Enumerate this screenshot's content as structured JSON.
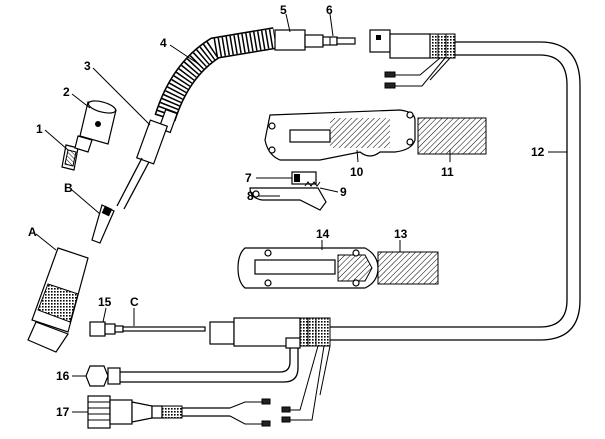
{
  "labels": {
    "l1": "1",
    "l2": "2",
    "l3": "3",
    "l4": "4",
    "l5": "5",
    "l6": "6",
    "l7": "7",
    "l8": "8",
    "l9": "9",
    "l10": "10",
    "l11": "11",
    "l12": "12",
    "l13": "13",
    "l14": "14",
    "l15": "15",
    "l16": "16",
    "l17": "17",
    "lA": "A",
    "lB": "B",
    "lC": "C"
  }
}
